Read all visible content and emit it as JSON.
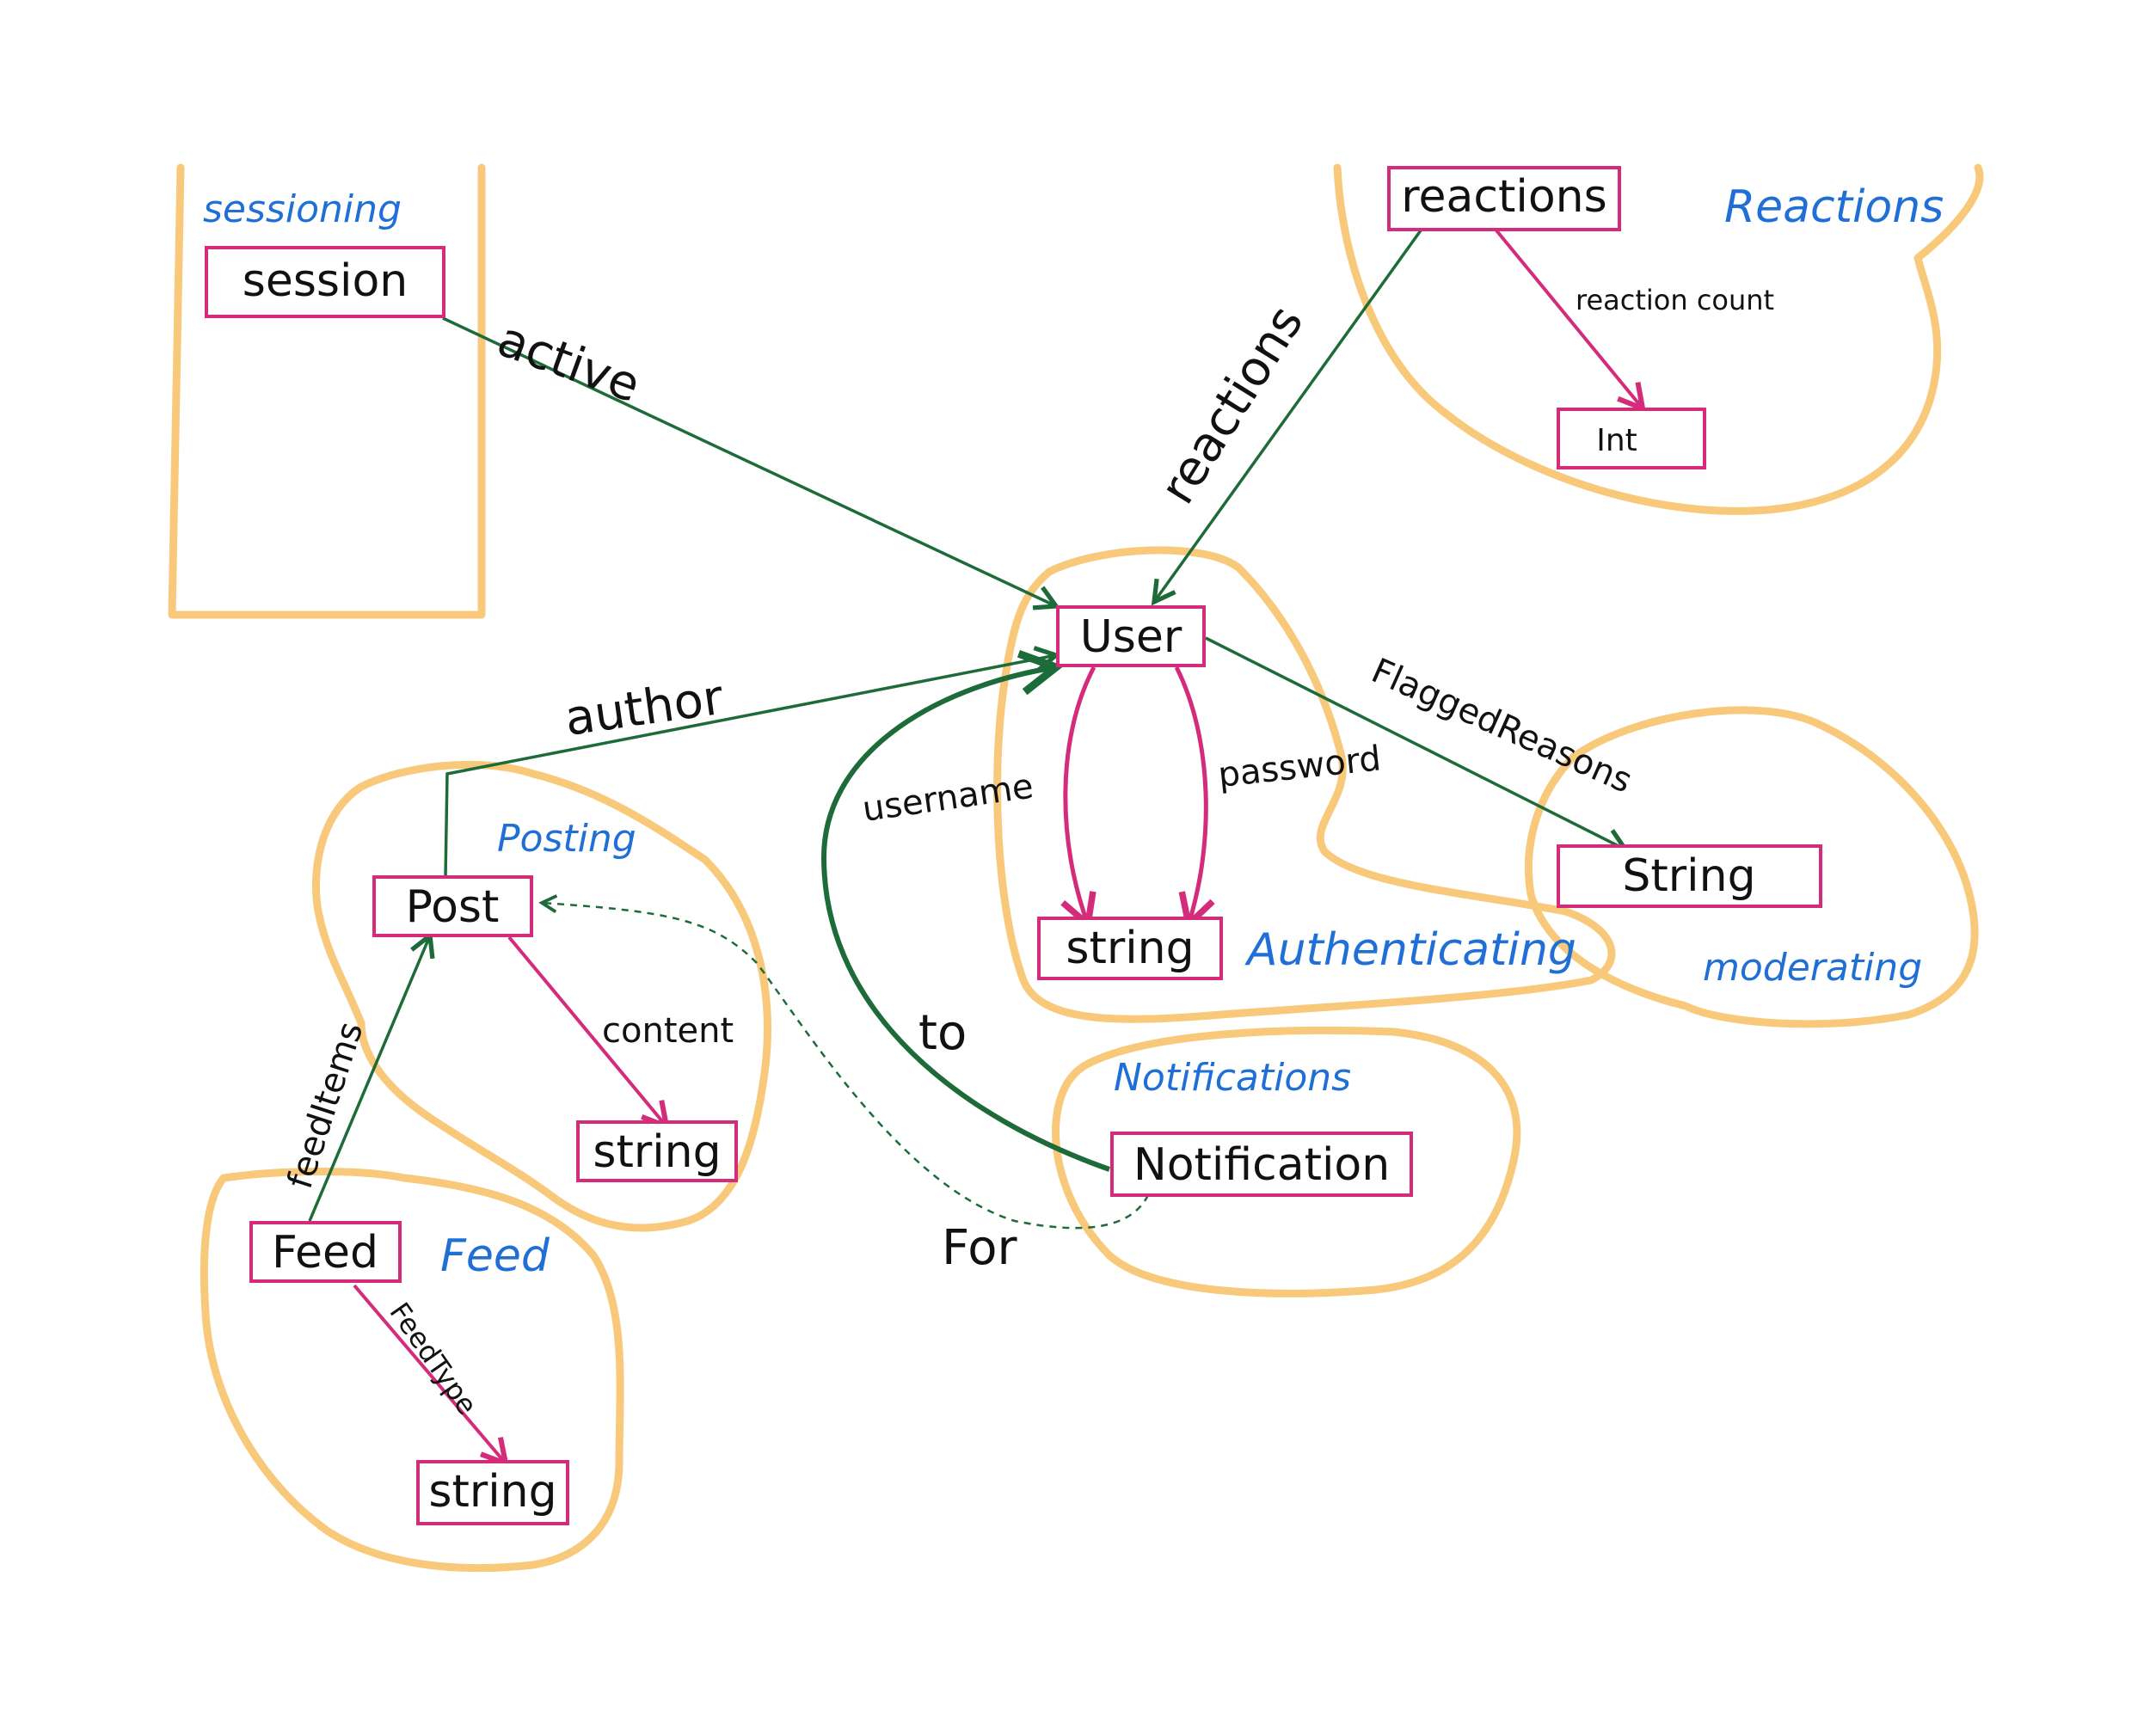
{
  "groups": {
    "sessioning": "sessioning",
    "reactions": "Reactions",
    "posting": "Posting",
    "authenticating": "Authenticating",
    "moderating": "moderating",
    "notifications": "Notifications",
    "feed": "Feed"
  },
  "nodes": {
    "session": "session",
    "reactions": "reactions",
    "int": "Int",
    "user": "User",
    "user_string": "string",
    "moderation_string": "String",
    "post": "Post",
    "post_string": "string",
    "notification": "Notification",
    "feed": "Feed",
    "feed_string": "string"
  },
  "edges": {
    "active": "active",
    "reactions_to_user": "reactions",
    "reaction_count": "reaction count",
    "author": "author",
    "username": "username",
    "password": "password",
    "flagged_reasons": "FlaggedReasons",
    "content": "content",
    "feed_items": "feedItems",
    "feed_type": "FeedType",
    "to": "to",
    "for": "For"
  },
  "colors": {
    "box_stroke": "#d42b7a",
    "group_outline": "#f8c97a",
    "green_edge": "#1e6b3a",
    "pink_edge": "#d42b7a",
    "group_label": "#1f6fd6"
  }
}
